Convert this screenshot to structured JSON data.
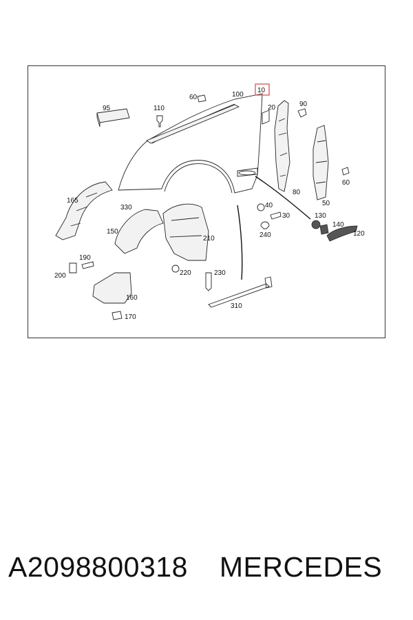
{
  "diagram": {
    "highlight_color": "#d9534f",
    "callouts": {
      "c10": "10",
      "c20": "20",
      "c30": "30",
      "c40": "40",
      "c50": "50",
      "c60a": "60",
      "c60b": "60",
      "c80": "80",
      "c90": "90",
      "c95": "95",
      "c100": "100",
      "c110": "110",
      "c120": "120",
      "c130": "130",
      "c140": "140",
      "c150": "150",
      "c160": "160",
      "c165": "165",
      "c170": "170",
      "c190": "190",
      "c200": "200",
      "c210": "210",
      "c220": "220",
      "c230": "230",
      "c240": "240",
      "c310": "310",
      "c330": "330"
    }
  },
  "caption": {
    "part_number": "A2098800318",
    "brand": "MERCEDES"
  }
}
